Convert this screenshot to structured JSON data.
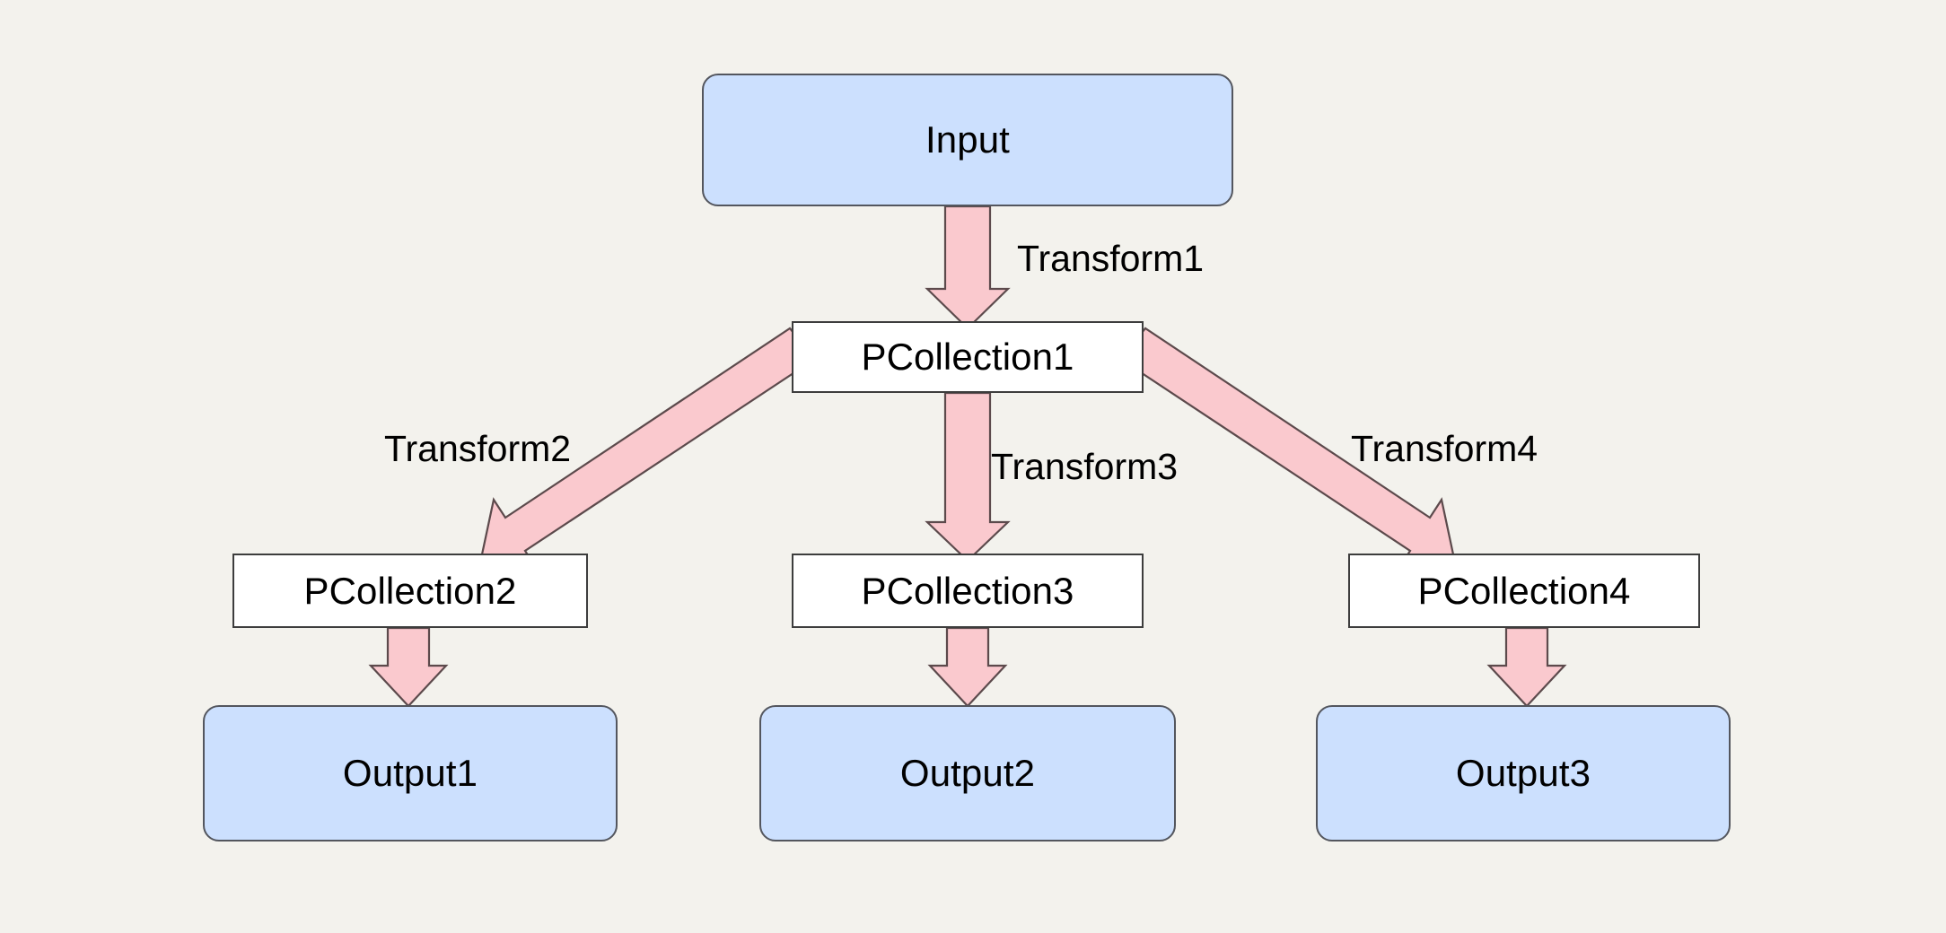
{
  "diagram": {
    "title": "Apache Beam pipeline branching diagram",
    "background_color": "#f3f2ed",
    "node_fill_io": "#cce0fe",
    "node_fill_pcollection": "#ffffff",
    "edge_fill": "#fac9ce",
    "edge_stroke": "#5c4a4c",
    "nodes": [
      {
        "id": "input",
        "label": "Input",
        "shape": "rounded-rect",
        "kind": "io"
      },
      {
        "id": "pcollection1",
        "label": "PCollection1",
        "shape": "rect",
        "kind": "pcollection"
      },
      {
        "id": "pcollection2",
        "label": "PCollection2",
        "shape": "rect",
        "kind": "pcollection"
      },
      {
        "id": "pcollection3",
        "label": "PCollection3",
        "shape": "rect",
        "kind": "pcollection"
      },
      {
        "id": "pcollection4",
        "label": "PCollection4",
        "shape": "rect",
        "kind": "pcollection"
      },
      {
        "id": "output1",
        "label": "Output1",
        "shape": "rounded-rect",
        "kind": "io"
      },
      {
        "id": "output2",
        "label": "Output2",
        "shape": "rounded-rect",
        "kind": "io"
      },
      {
        "id": "output3",
        "label": "Output3",
        "shape": "rounded-rect",
        "kind": "io"
      }
    ],
    "edges": [
      {
        "id": "e1",
        "from": "input",
        "to": "pcollection1",
        "label": "Transform1"
      },
      {
        "id": "e2",
        "from": "pcollection1",
        "to": "pcollection2",
        "label": "Transform2"
      },
      {
        "id": "e3",
        "from": "pcollection1",
        "to": "pcollection3",
        "label": "Transform3"
      },
      {
        "id": "e4",
        "from": "pcollection1",
        "to": "pcollection4",
        "label": "Transform4"
      },
      {
        "id": "e5",
        "from": "pcollection2",
        "to": "output1",
        "label": ""
      },
      {
        "id": "e6",
        "from": "pcollection3",
        "to": "output2",
        "label": ""
      },
      {
        "id": "e7",
        "from": "pcollection4",
        "to": "output3",
        "label": ""
      }
    ]
  }
}
